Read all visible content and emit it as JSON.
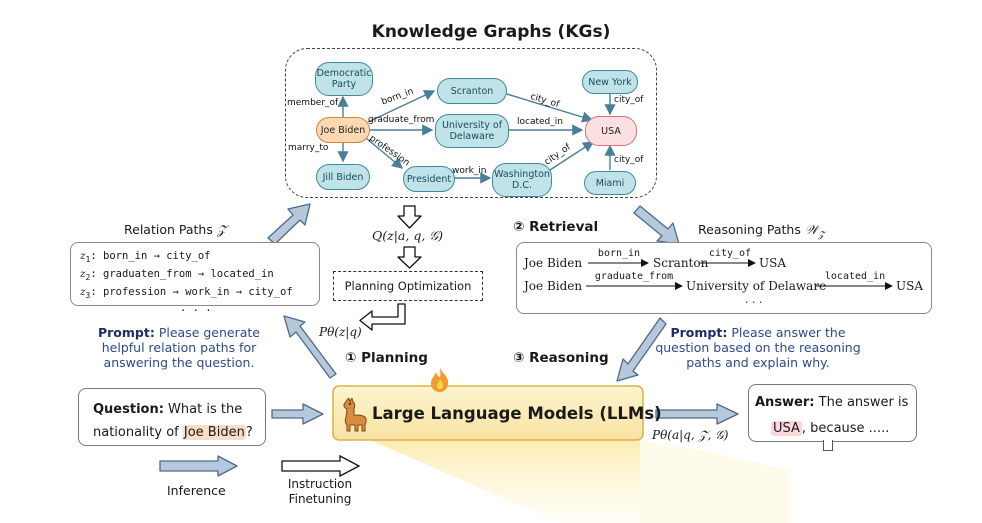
{
  "title": "Knowledge Graphs (KGs)",
  "kg": {
    "nodes": {
      "democratic_party": "Democratic Party",
      "joe_biden": "Joe Biden",
      "jill_biden": "Jill Biden",
      "scranton": "Scranton",
      "univ_delaware": "University of Delaware",
      "president": "President",
      "washington": "Washington D.C.",
      "usa": "USA",
      "new_york": "New York",
      "miami": "Miami"
    },
    "edges": {
      "member_of": "member_of",
      "born_in": "born_in",
      "graduate_from": "graduate_from",
      "marry_to": "marry_to",
      "profession": "profession",
      "work_in": "work_in",
      "city_of_scranton": "city_of",
      "located_in": "located_in",
      "city_of_washington": "city_of",
      "city_of_newyork": "city_of",
      "city_of_miami": "city_of"
    }
  },
  "relation_paths": {
    "heading": "Relation Paths",
    "symbol": "𝒵",
    "items": [
      {
        "var": "z",
        "sub": "1",
        "text": ": born_in → city_of"
      },
      {
        "var": "z",
        "sub": "2",
        "text": ": graduaten_from → located_in"
      },
      {
        "var": "z",
        "sub": "3",
        "text": ": profession → work_in → city_of"
      }
    ],
    "ellipsis": ". . ."
  },
  "retrieval": {
    "label": "② Retrieval"
  },
  "reasoning_paths": {
    "heading": "Reasoning Paths",
    "symbol": "𝒲",
    "subsym": "𝒵",
    "row1": {
      "start": "Joe Biden",
      "rel1": "born_in",
      "mid": "Scranton",
      "rel2": "city_of",
      "end": "USA"
    },
    "row2": {
      "start": "Joe Biden",
      "rel1": "graduate_from",
      "mid": "University of Delaware",
      "rel2": "located_in",
      "end": "USA"
    },
    "ellipsis": ". . ."
  },
  "q_formula": "Q(z|a, q, 𝒢)",
  "planning_optimization": "Planning Optimization",
  "p_z_q": "Pθ(z|q)",
  "p_a": "Pθ(a|q, 𝒵, 𝒢)",
  "planning": {
    "label": "① Planning"
  },
  "reasoning": {
    "label": "③ Reasoning"
  },
  "prompt_left": {
    "bold": "Prompt:",
    "text": " Please generate helpful relation paths for answering the question."
  },
  "prompt_right": {
    "bold": "Prompt:",
    "text": " Please answer the question based on the reasoning paths and explain why."
  },
  "question": {
    "bold": "Question:",
    "text1": " What is the",
    "text2": "nationality of ",
    "highlight": "Joe Biden",
    "end": "?"
  },
  "llm": {
    "label": "Large Language Models (LLMs)"
  },
  "answer": {
    "bold": "Answer:",
    "text1": " The answer is",
    "highlight": "USA",
    "text2": ", because ....."
  },
  "legend": {
    "inference": "Inference",
    "finetune1": "Instruction",
    "finetune2": "Finetuning"
  },
  "colors": {
    "node_fill": "#bfe3e8",
    "biden_fill": "#fbd9b4",
    "usa_fill": "#fbe0e2",
    "prompt_blue": "#2d4a8c",
    "llm_fill": "#fcefc4"
  }
}
